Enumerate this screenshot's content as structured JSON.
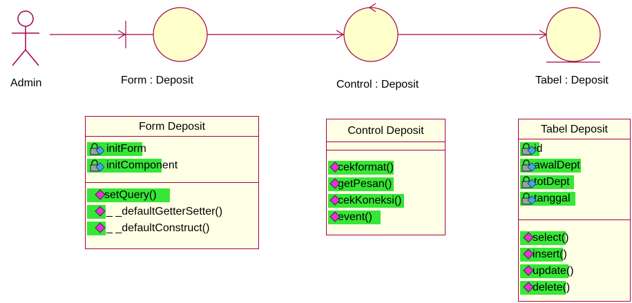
{
  "actor": {
    "name": "Admin"
  },
  "boundary": {
    "label": "Form : Deposit"
  },
  "control": {
    "label": "Control : Deposit"
  },
  "entity": {
    "label": "Tabel : Deposit"
  },
  "classes": {
    "form": {
      "title": "Form Deposit",
      "attributes": [
        "initForm",
        "initComponent"
      ],
      "operations": [
        "setQuery()",
        "_ _defaultGetterSetter()",
        "_ _defaultConstruct()"
      ]
    },
    "control": {
      "title": "Control Deposit",
      "attributes": [],
      "operations": [
        "cekformat()",
        "getPesan()",
        "cekKoneksi()",
        "event()"
      ]
    },
    "table": {
      "title": "Tabel Deposit",
      "attributes": [
        "id",
        "awalDept",
        "totDept",
        "tanggal"
      ],
      "operations": [
        "select()",
        "insert()",
        "update()",
        "delete()"
      ]
    }
  },
  "colors": {
    "line": "#a30047",
    "shape_fill": "#ffffcc",
    "class_fill": "#ffffe6",
    "highlight": "#37e637",
    "operation_icon": "#e633d6"
  },
  "icons": {
    "attribute": "private-attribute-lock-icon",
    "operation": "public-operation-diamond-icon"
  }
}
